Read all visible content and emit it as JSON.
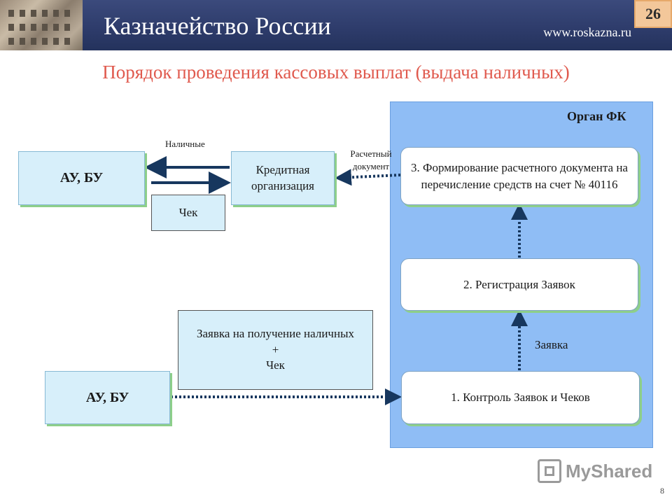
{
  "header": {
    "title": "Казначейство России",
    "url": "www.roskazna.ru",
    "page_badge": "26"
  },
  "slide": {
    "title": "Порядок проведения кассовых выплат (выдача наличных)",
    "number": "8"
  },
  "panel": {
    "title": "Орган ФК"
  },
  "boxes": {
    "au_bu_top": "АУ, БУ",
    "credit_org": "Кредитная организация",
    "check_note": "Чек",
    "step3": "3. Формирование расчетного документа на перечисление средств на счет № 40116",
    "step2": "2. Регистрация Заявок",
    "request_note": "Заявка на получение наличных\n+\nЧек",
    "au_bu_bottom": "АУ, БУ",
    "step1": "1. Контроль Заявок и Чеков"
  },
  "labels": {
    "cash": "Наличные",
    "settlement_doc": "Расчетный документ",
    "request": "Заявка"
  },
  "watermark": {
    "brand": "MyShared"
  },
  "colors": {
    "header": "#2d3b6a",
    "title": "#e05a4e",
    "panel": "#8fbdf5",
    "arrow": "#17375e"
  }
}
